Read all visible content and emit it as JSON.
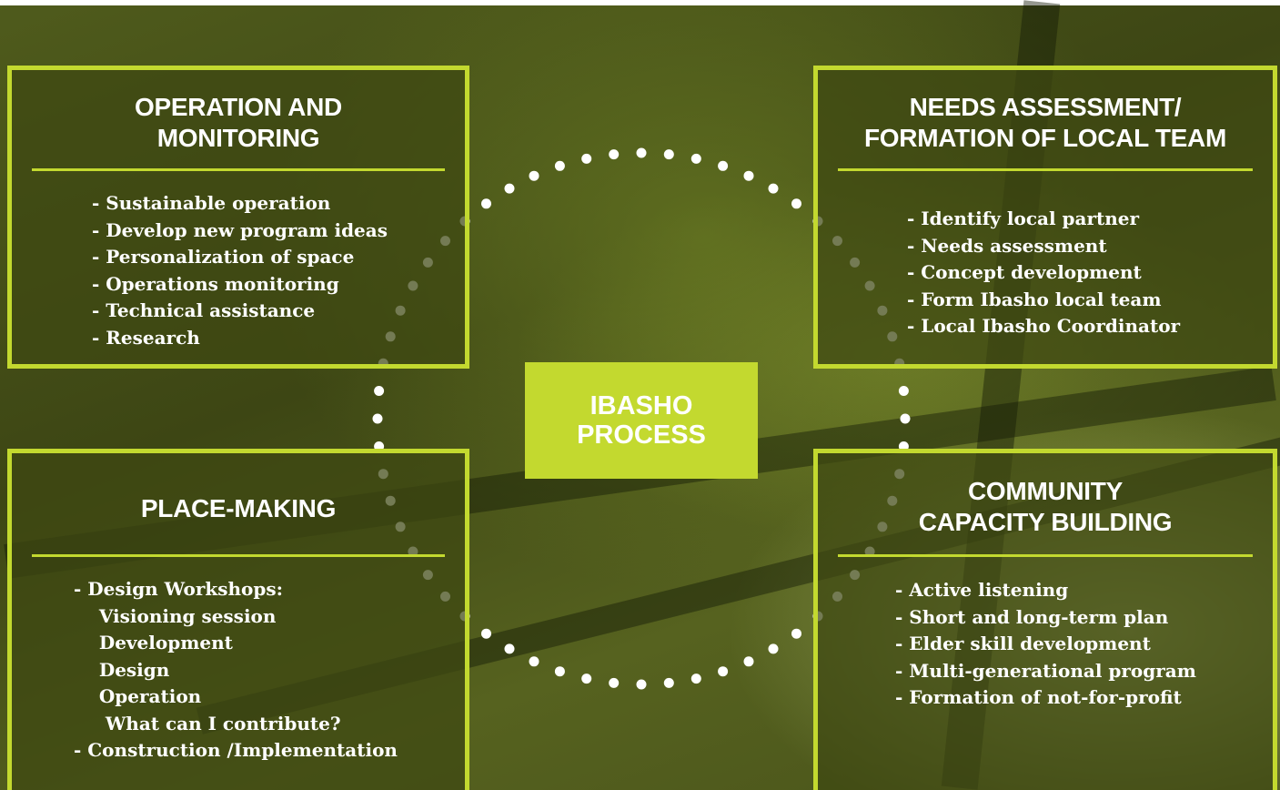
{
  "colors": {
    "accent": "#c3d92f",
    "text": "#ffffff",
    "background": "#4a5519"
  },
  "center": {
    "line1": "IBASHO",
    "line2": "PROCESS"
  },
  "panels": {
    "top_left": {
      "title": "OPERATION AND\nMONITORING",
      "items": [
        "- Sustainable operation",
        "- Develop new program ideas",
        "- Personalization of space",
        "- Operations monitoring",
        "- Technical assistance",
        "- Research"
      ]
    },
    "top_right": {
      "title": "NEEDS ASSESSMENT/\nFORMATION OF LOCAL TEAM",
      "items": [
        "- Identify local partner",
        "- Needs assessment",
        "- Concept development",
        "- Form Ibasho local team",
        "- Local Ibasho Coordinator"
      ]
    },
    "bottom_left": {
      "title": "PLACE-MAKING",
      "items": [
        "- Design Workshops:",
        "    Visioning session",
        "    Development",
        "    Design",
        "    Operation",
        "     What can I contribute?",
        "- Construction /Implementation"
      ]
    },
    "bottom_right": {
      "title": "COMMUNITY\nCAPACITY BUILDING",
      "items": [
        "- Active listening",
        "- Short and long-term plan",
        "- Elder skill development",
        "- Multi-generational program",
        "- Formation of not-for-profit"
      ]
    }
  }
}
